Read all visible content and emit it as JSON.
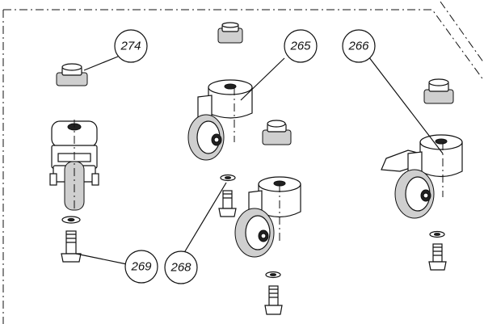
{
  "figure": {
    "callouts": [
      {
        "id": "274",
        "label": "274"
      },
      {
        "id": "265",
        "label": "265"
      },
      {
        "id": "266",
        "label": "266"
      },
      {
        "id": "269",
        "label": "269"
      },
      {
        "id": "268",
        "label": "268"
      }
    ]
  }
}
